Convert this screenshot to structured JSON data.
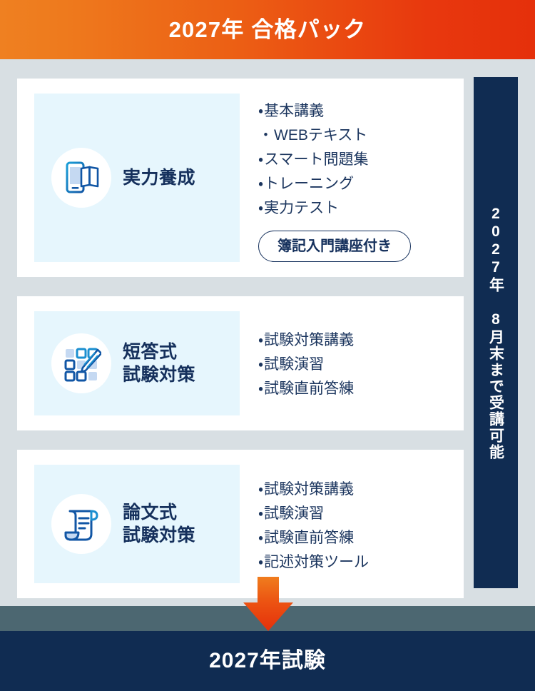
{
  "header": {
    "title": "2027年 合格パック",
    "gradient_from": "#ef8021",
    "gradient_to": "#e5300b"
  },
  "sidebar": {
    "note": "2027年 8月末まで受講可能",
    "bg_color": "#102c52"
  },
  "cards": [
    {
      "icon": "smartphone-book-icon",
      "title": "実力養成",
      "features": [
        "基本講義",
        "WEBテキスト",
        "スマート問題集",
        "トレーニング",
        "実力テスト"
      ],
      "badge": "簿記入門講座付き"
    },
    {
      "icon": "checklist-pencil-icon",
      "title_line1": "短答式",
      "title_line2": "試験対策",
      "features": [
        "試験対策講義",
        "試験演習",
        "試験直前答練"
      ],
      "badge": null
    },
    {
      "icon": "scroll-document-icon",
      "title_line1": "論文式",
      "title_line2": "試験対策",
      "features": [
        "試験対策講義",
        "試験演習",
        "試験直前答練",
        "記述対策ツール"
      ],
      "badge": null
    }
  ],
  "bullet_symbol": "・",
  "arrow": {
    "direction": "down",
    "color_from": "#f07d1e",
    "color_to": "#e5300b"
  },
  "footer": {
    "label": "2027年試験",
    "bg_color": "#102c52",
    "band_color": "#4c6771"
  },
  "colors": {
    "page_bg": "#d8dfe3",
    "card_bg": "#ffffff",
    "icon_panel_bg": "#e6f6fd",
    "navy_text": "#15305c",
    "icon_blue_dark": "#1156a5",
    "icon_blue_light": "#c5d9f2"
  }
}
